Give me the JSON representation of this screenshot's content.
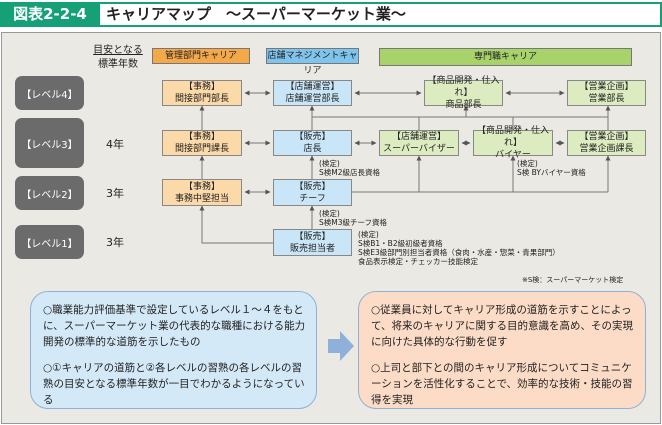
{
  "header": {
    "badge": "図表2-2-4",
    "title": "キャリアマップ　～スーパーマーケット業～"
  },
  "columns": {
    "years_label_1": "目安となる",
    "years_label_2": "標準年数",
    "admin": "管理部門キャリア",
    "store": "店舗マネジメントキャリア",
    "specialist": "専門職キャリア"
  },
  "levels": [
    {
      "label": "【レベル4】",
      "years": ""
    },
    {
      "label": "【レベル3】",
      "years": "4年"
    },
    {
      "label": "【レベル2】",
      "years": "3年"
    },
    {
      "label": "【レベル1】",
      "years": "3年"
    }
  ],
  "boxes": {
    "admin_l4": [
      "【事務】",
      "間接部門部長"
    ],
    "admin_l3": [
      "【事務】",
      "間接部門課長"
    ],
    "admin_l2": [
      "【事務】",
      "事務中堅担当"
    ],
    "store_l4": [
      "【店舗運営】",
      "店舗運営部長"
    ],
    "store_l3": [
      "【販売】",
      "店長"
    ],
    "store_l2": [
      "【販売】",
      "チーフ"
    ],
    "store_l1": [
      "【販売】",
      "販売担当者"
    ],
    "merch_l4": [
      "【商品開発・仕入れ】",
      "商品部長"
    ],
    "sales_l4": [
      "【営業企画】",
      "営業部長"
    ],
    "sv_l3": [
      "【店舗運営】",
      "スーパーバイザー"
    ],
    "buyer_l3": [
      "【商品開発・仕入れ】",
      "バイヤー"
    ],
    "sales_l3": [
      "【営業企画】",
      "営業企画課長"
    ]
  },
  "certs": {
    "m2": [
      "(検定)",
      "S検M2級店長資格"
    ],
    "m3": [
      "(検定)",
      "S検M3級チーフ資格"
    ],
    "by": [
      "(検定)",
      "S検 BYバイヤー資格"
    ],
    "b": [
      "(検定)",
      "S検B1・B2級初級者資格",
      "S検E3級部門別担当者資格（食肉・水産・惣菜・青果部門）",
      "食品表示検定・チェッカー技能検定"
    ]
  },
  "footnote": "※S検：スーパーマーケット検定",
  "left_card": [
    "○職業能力評価基準で設定しているレベル１～４をもとに、スーパーマーケット業の代表的な職種における能力開発の標準的な道筋を示したもの",
    "○①キャリアの道筋と②各レベルの習熟の各レベルの習熟の目安となる標準年数が一目でわかるようになっている"
  ],
  "right_card": [
    "○従業員に対してキャリア形成の道筋を示すことによって、将来のキャリアに関する目的意識を高め、その実現に向けた具体的な行動を促す",
    "○上司と部下との間のキャリア形成についてコミュニケーションを活性化することで、効率的な技術・技能の習得を実現"
  ],
  "colors": {
    "badge": "#16a078",
    "admin": "#f5a84a",
    "store": "#7fc4ec",
    "specialist": "#a8d26a",
    "level": "#6b6b6b",
    "arrow": "#8fb0d8"
  }
}
